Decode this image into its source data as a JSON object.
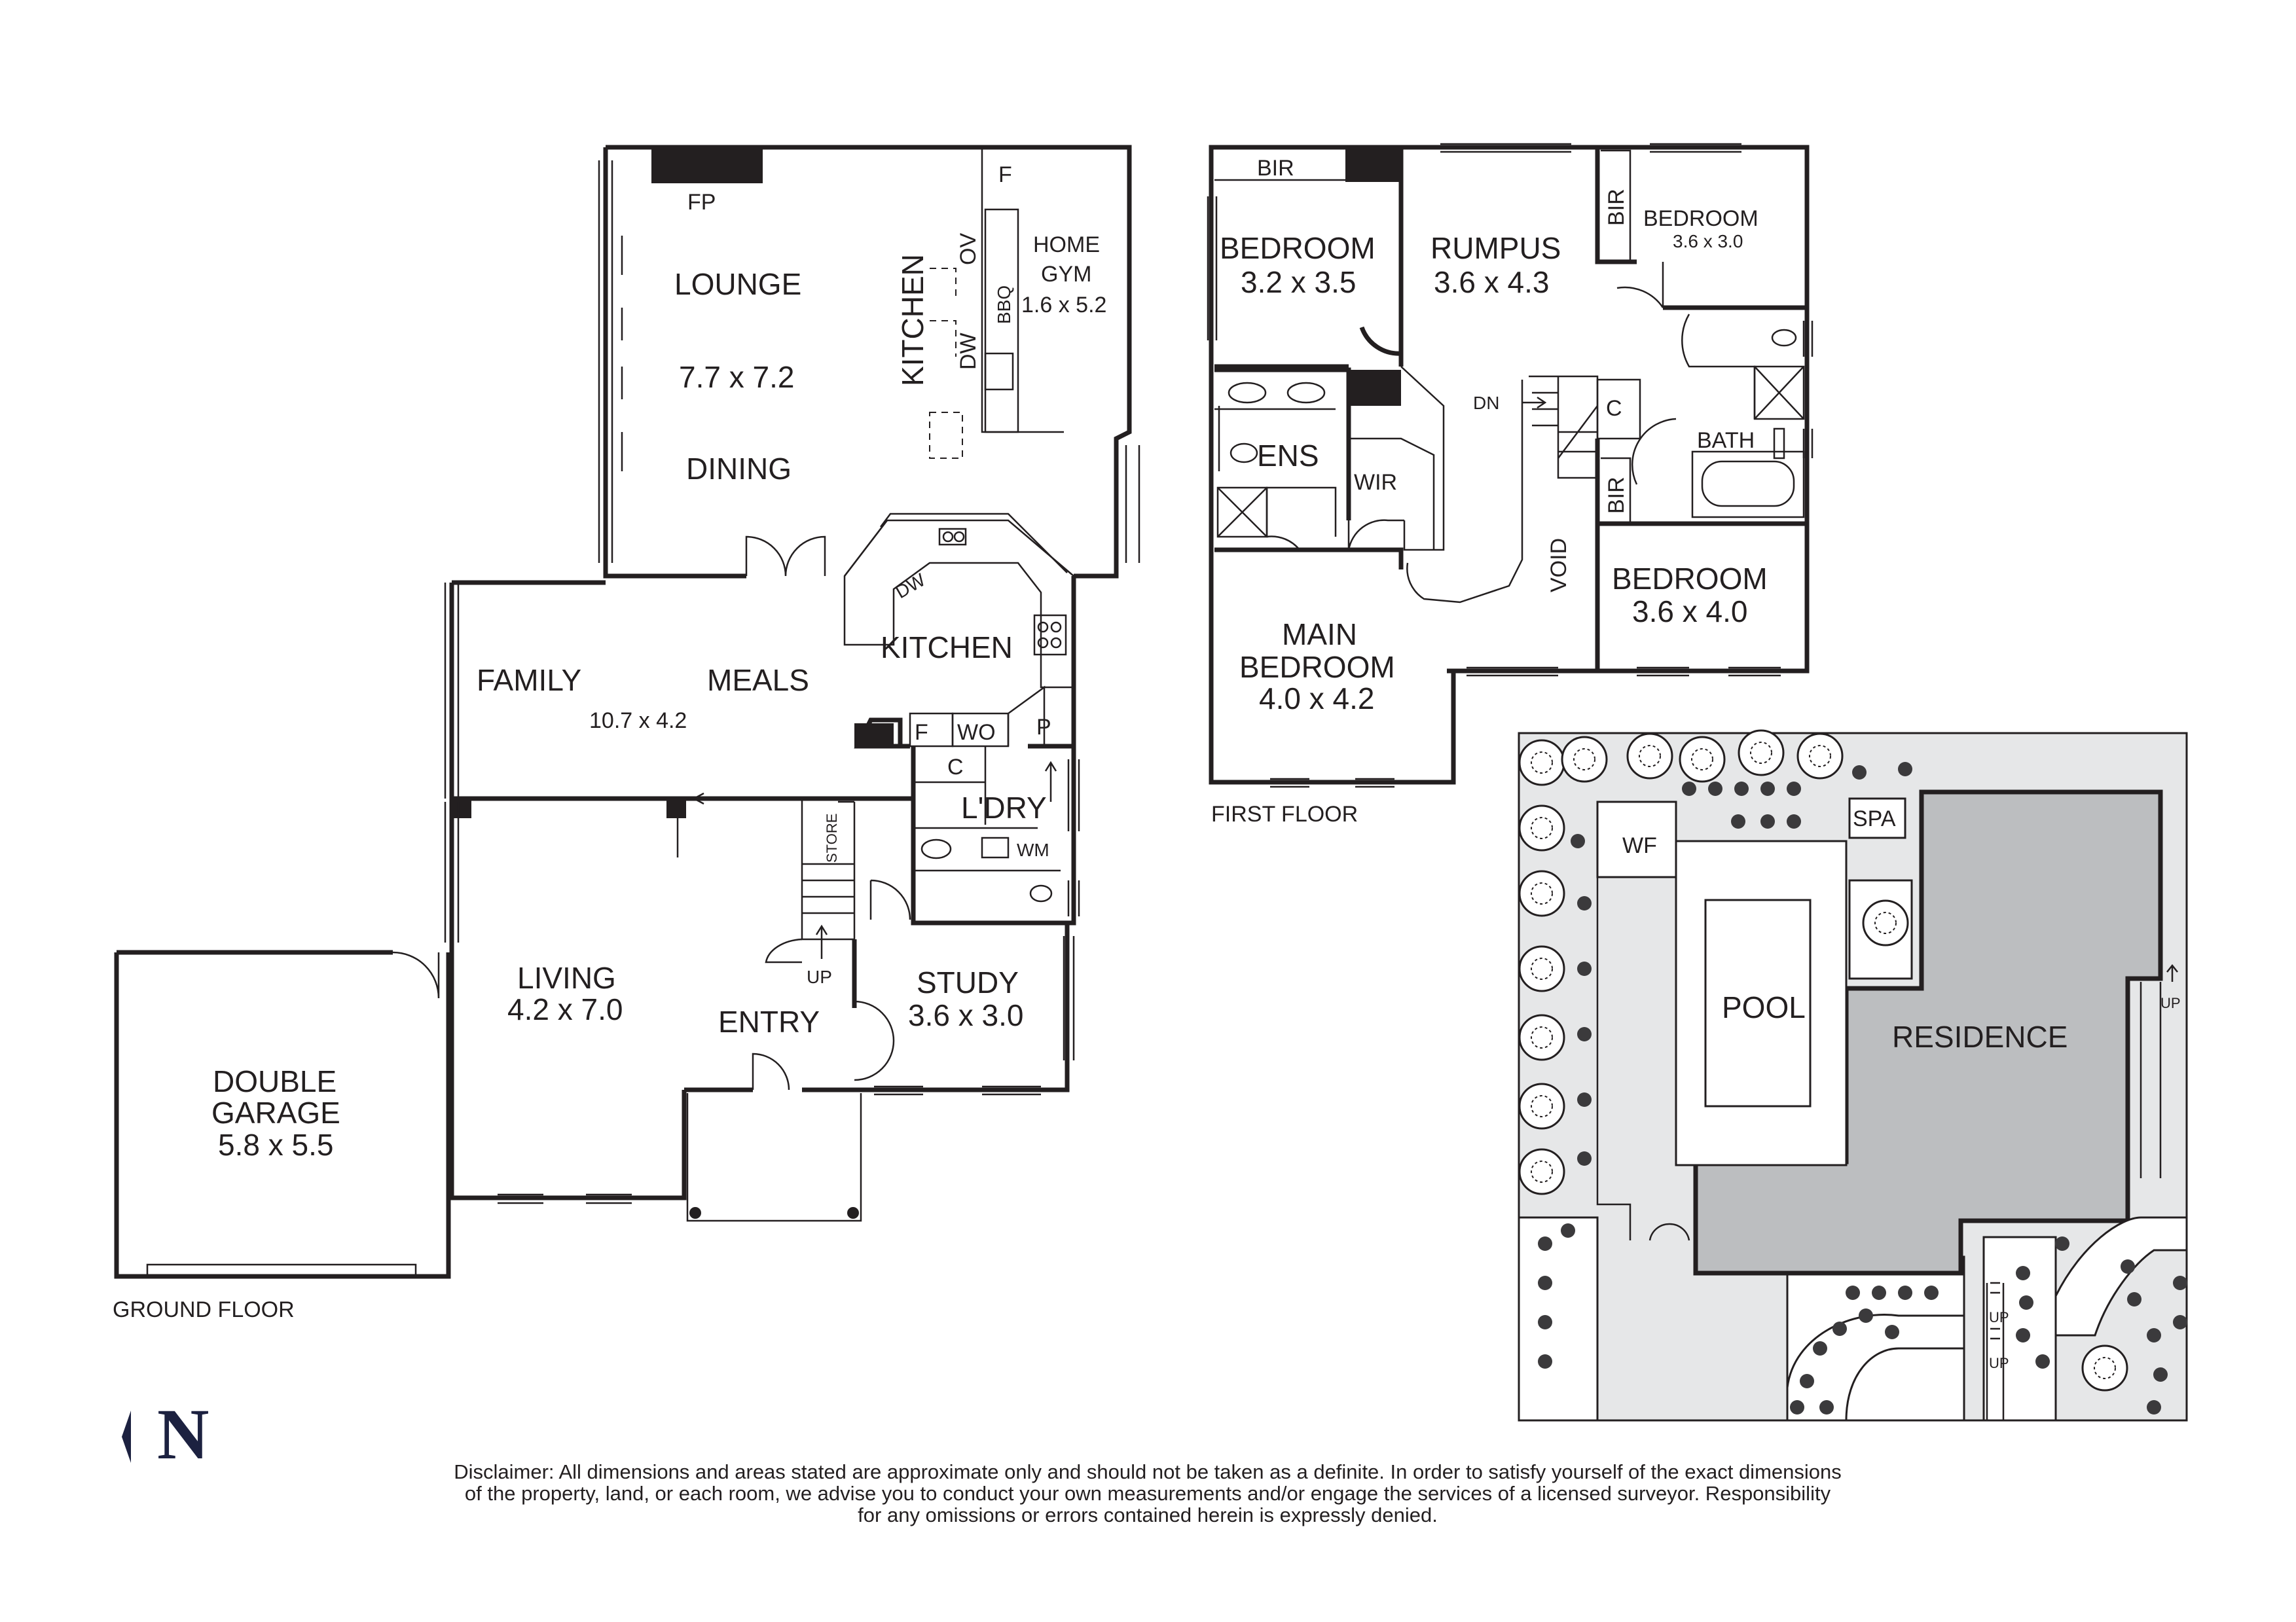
{
  "ground_floor": {
    "caption": "GROUND FLOOR",
    "rooms": {
      "fp": "FP",
      "fridge_upper": "F",
      "lounge": "LOUNGE",
      "lounge_dims": "7.7 x 7.2",
      "dining": "DINING",
      "kitchen_outdoor": "KITCHEN",
      "ov": "OV",
      "dw_outdoor": "DW",
      "bbq": "BBQ",
      "home_gym": "HOME",
      "home_gym_2": "GYM",
      "home_gym_dims": "1.6 x 5.2",
      "family": "FAMILY",
      "meals": "MEALS",
      "family_meals_dims": "10.7 x 4.2",
      "kitchen": "KITCHEN",
      "dw": "DW",
      "fridge": "F",
      "wo": "WO",
      "pantry": "P",
      "cupboard": "C",
      "laundry": "L'DRY",
      "wm": "WM",
      "store": "STORE",
      "up": "UP",
      "living": "LIVING",
      "living_dims": "4.2 x 7.0",
      "entry": "ENTRY",
      "study": "STUDY",
      "study_dims": "3.6 x 3.0",
      "garage": "DOUBLE",
      "garage_2": "GARAGE",
      "garage_dims": "5.8 x 5.5"
    }
  },
  "first_floor": {
    "caption": "FIRST FLOOR",
    "rooms": {
      "bir_top": "BIR",
      "bedroom1": "BEDROOM",
      "bedroom1_dims": "3.2 x 3.5",
      "rumpus": "RUMPUS",
      "rumpus_dims": "3.6 x 4.3",
      "bir_right": "BIR",
      "bedroom2": "BEDROOM",
      "bedroom2_dims": "3.6 x 3.0",
      "dn": "DN",
      "cupboard": "C",
      "ens": "ENS",
      "wir": "WIR",
      "bath": "BATH",
      "bir_lower": "BIR",
      "void": "VOID",
      "main_bedroom": "MAIN",
      "main_bedroom_2": "BEDROOM",
      "main_bedroom_dims": "4.0 x 4.2",
      "bedroom3": "BEDROOM",
      "bedroom3_dims": "3.6 x 4.0"
    }
  },
  "site_plan": {
    "wf": "WF",
    "spa": "SPA",
    "pool": "POOL",
    "residence": "RESIDENCE",
    "up": "UP"
  },
  "north": {
    "letter": "N"
  },
  "disclaimer": {
    "line1": "Disclaimer: All dimensions and areas stated are approximate only and should not be taken as a definite. In order to satisfy yourself of the exact dimensions",
    "line2": "of the property, land, or each room, we advise you to conduct your own measurements and/or engage the services of a licensed surveyor. Responsibility",
    "line3": "for any omissions or errors contained herein is expressly denied."
  },
  "colors": {
    "ink": "#231f20",
    "site_fill": "#e6e7e8",
    "residence_fill": "#bcbec0",
    "north_accent": "#1c2140"
  }
}
